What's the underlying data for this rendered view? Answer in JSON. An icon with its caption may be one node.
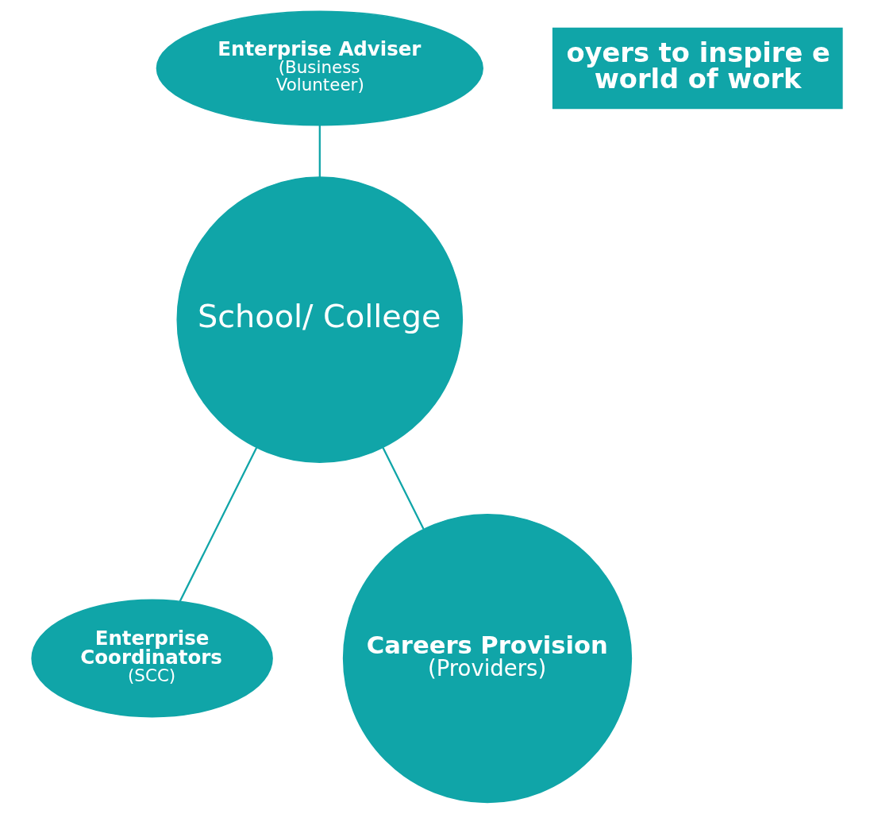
{
  "diagram": {
    "nodes": [
      {
        "text": [
          "Enterprise Adviser",
          "(Business Volunteer)"
        ]
      },
      {
        "text": [
          "oyers to inspire e world of work"
        ]
      },
      {
        "text": [
          "School/ College"
        ]
      },
      {
        "text": [
          "Enterprise Coordinators",
          "(SCC)"
        ]
      },
      {
        "text": [
          "Careers Provision",
          "(Providers)"
        ]
      }
    ],
    "edges": [
      {
        "from": 0,
        "to": 2,
        "arrow": "none"
      },
      {
        "from": 2,
        "to": 3,
        "arrow": "none"
      },
      {
        "from": 2,
        "to": 4,
        "arrow": "none"
      }
    ]
  }
}
